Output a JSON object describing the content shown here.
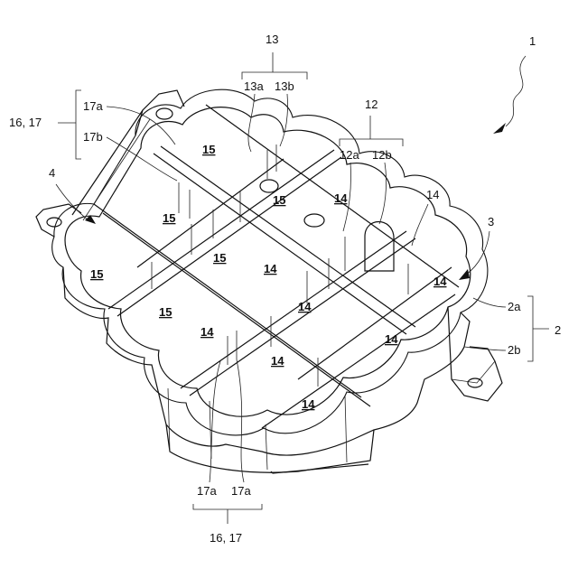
{
  "labels": {
    "ref_1": "1",
    "ref_2": "2",
    "ref_2a": "2a",
    "ref_2b": "2b",
    "ref_3": "3",
    "ref_4": "4",
    "ref_12": "12",
    "ref_12a": "12a",
    "ref_12b": "12b",
    "ref_13": "13",
    "ref_13a": "13a",
    "ref_13b": "13b",
    "ref_14": "14",
    "ref_16_17_top": "16, 17",
    "ref_17a_top": "17a",
    "ref_17b_top": "17b",
    "ref_17a_bottom_left": "17a",
    "ref_17a_bottom_right": "17a",
    "ref_16_17_bottom": "16, 17"
  },
  "cells": {
    "c15_a": "15",
    "c15_b": "15",
    "c15_c": "15",
    "c15_d": "15",
    "c15_e": "15",
    "c15_f": "15",
    "c14_a": "14",
    "c14_b": "14",
    "c14_c": "14",
    "c14_d": "14",
    "c14_e": "14",
    "c14_f": "14",
    "c14_g": "14",
    "c14_h": "14"
  }
}
